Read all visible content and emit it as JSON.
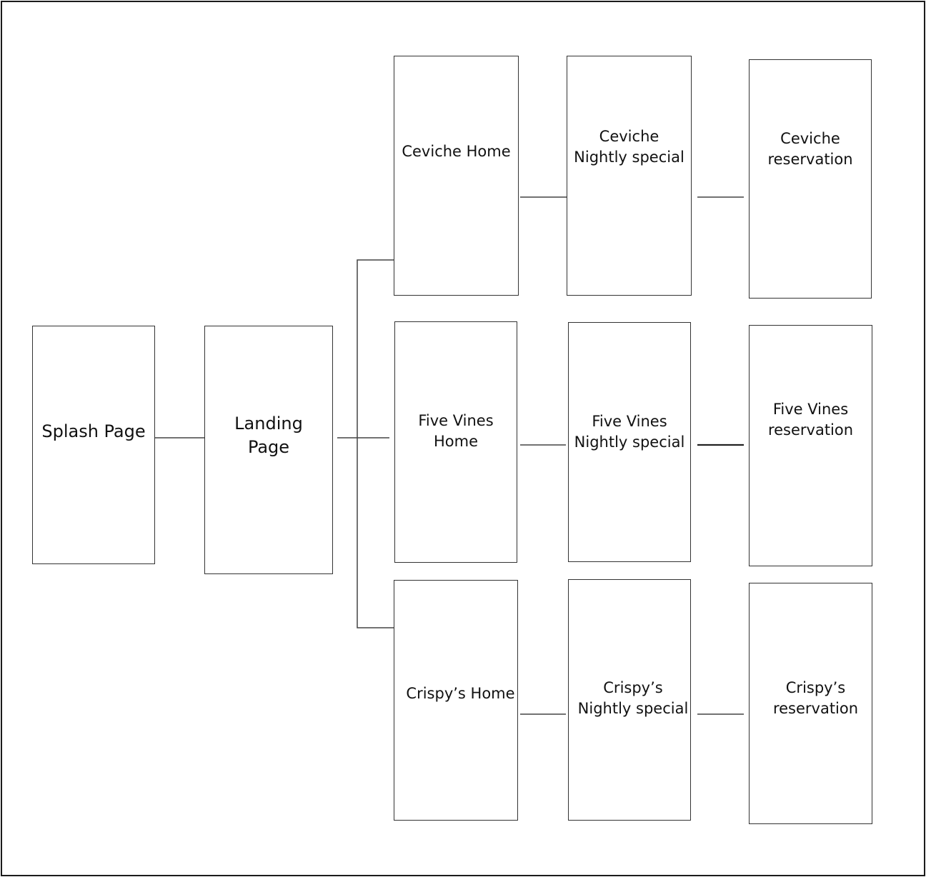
{
  "nodes": {
    "splash": {
      "label": "Splash Page"
    },
    "landing": {
      "label": "Landing\nPage"
    },
    "ceviche_home": {
      "label": "Ceviche Home"
    },
    "ceviche_special": {
      "label": "Ceviche\nNightly special"
    },
    "ceviche_reservation": {
      "label": "Ceviche\nreservation"
    },
    "fivevines_home": {
      "label": "Five Vines\nHome"
    },
    "fivevines_special": {
      "label": "Five Vines\nNightly special"
    },
    "fivevines_reservation": {
      "label": "Five Vines\nreservation"
    },
    "crispys_home": {
      "label": "Crispy’s Home"
    },
    "crispys_special": {
      "label": "Crispy’s\nNightly special"
    },
    "crispys_reservation": {
      "label": "Crispy’s\nreservation"
    }
  },
  "colors": {
    "stroke": "#333333",
    "background": "#ffffff"
  }
}
